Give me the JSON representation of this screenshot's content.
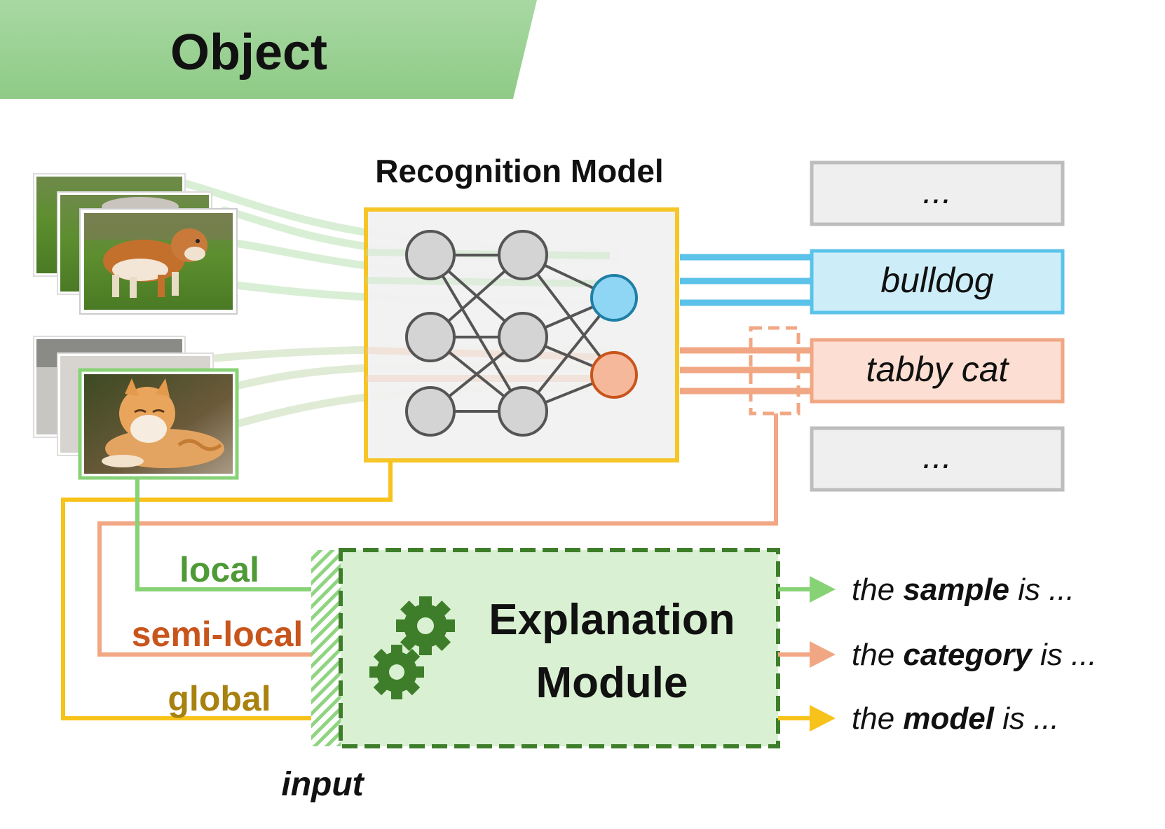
{
  "banner": {
    "title": "Object"
  },
  "model": {
    "title": "Recognition Model"
  },
  "labels": {
    "top_ellipsis": "...",
    "bulldog": "bulldog",
    "tabby_cat": "tabby cat",
    "bottom_ellipsis": "..."
  },
  "explanation": {
    "line1": "Explanation",
    "line2": "Module"
  },
  "scopes": {
    "local": "local",
    "semi_local": "semi-local",
    "global": "global"
  },
  "outputs": [
    {
      "pre": "the ",
      "bold": "sample",
      "post": " is ..."
    },
    {
      "pre": "the ",
      "bold": "category",
      "post": " is ..."
    },
    {
      "pre": "the ",
      "bold": "model",
      "post": " is ..."
    }
  ],
  "input_label": "input",
  "colors": {
    "banner": "#9fd49a",
    "model_border": "#f6c21c",
    "bulldog_fill": "#cdeef9",
    "bulldog_border": "#5bc2ea",
    "cat_fill": "#fcded2",
    "cat_border": "#f1a784",
    "gray_fill": "#efefef",
    "gray_border": "#bdbdbd",
    "local": "#88d276",
    "semi_local": "#f1a784",
    "global": "#f7c21a",
    "explain_fill": "#d9f1d2",
    "explain_border": "#3e7e2a"
  },
  "icons": [
    "gear-icon",
    "bulldog-image",
    "tabby-cat-image"
  ]
}
